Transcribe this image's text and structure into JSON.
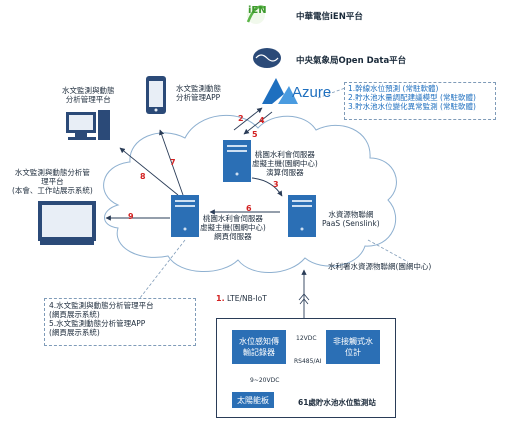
{
  "logos": {
    "ien_mark": "iEN",
    "ien_label": "中華電信iEN平台",
    "cwb_label": "中央氣象局Open Data平台",
    "azure_label": "Azure"
  },
  "azure_services": [
    "1.幹線水位預測 (常駐軟體)",
    "2.貯水池水量調配建議模型 (常駐軟體)",
    "3.貯水池水位變化異常監測 (常駐軟體)"
  ],
  "nodes": {
    "web_platform": "水文監測與動態\n分析管理平台",
    "app": "水文監測動態\n分析管理APP",
    "display": "水文監測與動態分析管\n理平台\n(本會、工作站展示系統)",
    "compute_server": "桃園水利會伺服器\n虛擬主機(園網中心)\n演算伺服器",
    "web_server": "桃園水利會伺服器\n虛擬主機(園網中心)\n網頁伺服器",
    "iot_center": "水資源物聯網\nPaaS (Senslink)",
    "cloud_caption": "水利署水資源物聯網(園網中心)"
  },
  "bottom_note": [
    "4.水文監測與動態分析管理平台",
    "(網頁展示系統)",
    "5.水文監測動態分析管理APP",
    "(網頁展示系統)"
  ],
  "link_label": "LTE/NB-IoT",
  "station": {
    "recorder": "水位感知傳\n輸記錄器",
    "sensor": "非接觸式水\n位計",
    "solar": "太陽能板",
    "power_12v": "12VDC",
    "rs485": "RS485/AI",
    "power_9v": "9~20VDC",
    "title": "61處貯水池水位監測站"
  },
  "arrow_numbers": [
    "1.",
    "2",
    "3",
    "4",
    "5",
    "6",
    "7",
    "8",
    "9"
  ],
  "colors": {
    "accent_blue": "#2b6fb5",
    "arrow_red": "#d32222",
    "cloud_outline": "#8eb0d0"
  }
}
